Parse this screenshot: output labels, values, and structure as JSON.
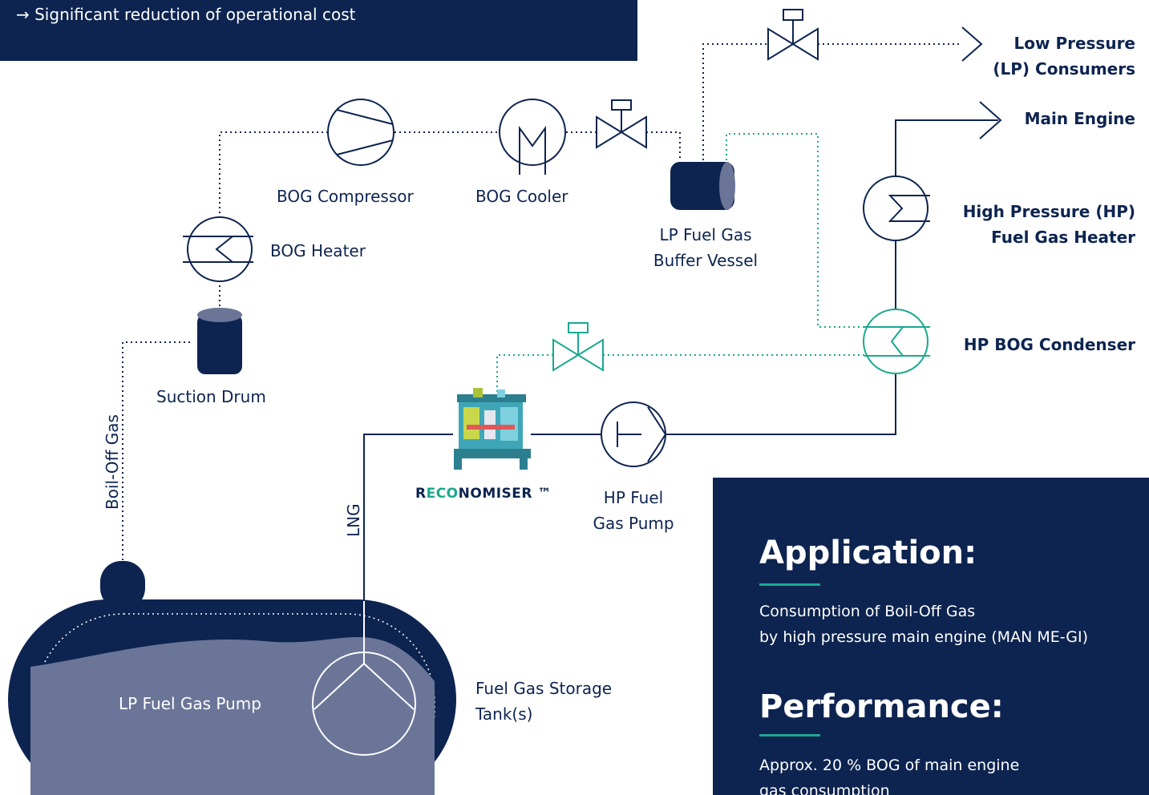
{
  "header": {
    "bullet": "→ Significant reduction of operational cost"
  },
  "labels": {
    "bog_compressor": "BOG Compressor",
    "bog_cooler": "BOG Cooler",
    "bog_heater": "BOG Heater",
    "suction_drum": "Suction Drum",
    "lp_buffer_line1": "LP Fuel Gas",
    "lp_buffer_line2": "Buffer Vessel",
    "lp_consumers_line1": "Low Pressure",
    "lp_consumers_line2": "(LP) Consumers",
    "main_engine": "Main Engine",
    "hp_heater_line1": "High Pressure (HP)",
    "hp_heater_line2": "Fuel Gas Heater",
    "hp_condenser": "HP BOG Condenser",
    "reconomiser_r": "R",
    "reconomiser_eco": "ECO",
    "reconomiser_rest": "NOMISER ™",
    "hp_pump_line1": "HP Fuel",
    "hp_pump_line2": "Gas Pump",
    "boil_off_gas": "Boil-Off Gas",
    "lng": "LNG",
    "lp_pump": "LP Fuel Gas Pump",
    "storage_line1": "Fuel Gas Storage",
    "storage_line2": "Tank(s)"
  },
  "panel": {
    "application_title": "Application:",
    "application_line1": "Consumption of Boil-Off Gas",
    "application_line2": "by high pressure main engine (MAN ME-GI)",
    "performance_title": "Performance:",
    "performance_line1": "Approx. 20 % BOG of main engine",
    "performance_line2": "gas consumption"
  },
  "colors": {
    "navy": "#0d2450",
    "green": "#1aa890",
    "tank_fill": "#6b7598"
  }
}
